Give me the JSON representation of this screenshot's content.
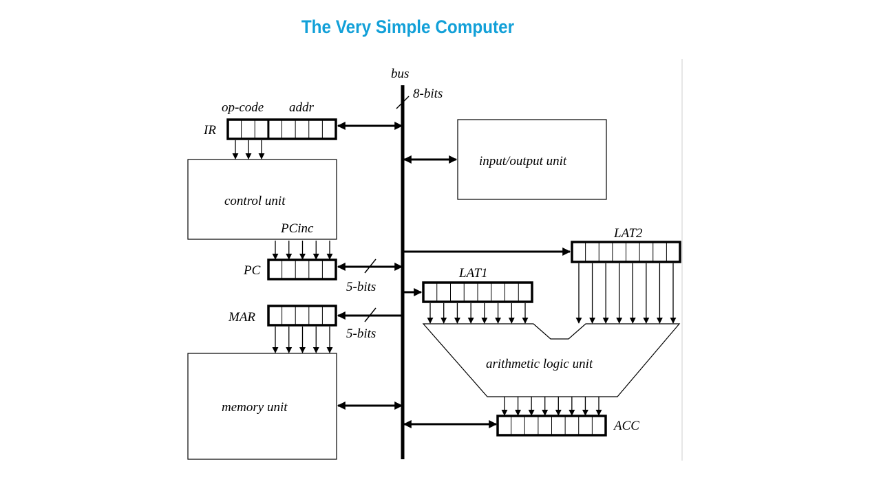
{
  "title": "The Very Simple Computer",
  "labels": {
    "bus": "bus",
    "bits8": "8-bits",
    "opcode": "op-code",
    "addr": "addr",
    "ir": "IR",
    "control_unit": "control unit",
    "pcinc": "PCinc",
    "pc": "PC",
    "pc_bits": "5-bits",
    "mar": "MAR",
    "mar_bits": "5-bits",
    "memory_unit": "memory unit",
    "io_unit": "input/output unit",
    "lat1": "LAT1",
    "lat2": "LAT2",
    "alu": "arithmetic logic unit",
    "acc": "ACC"
  }
}
